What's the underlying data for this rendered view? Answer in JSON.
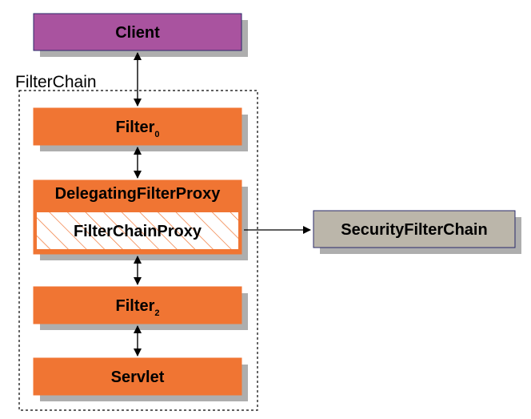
{
  "diagram": {
    "client": {
      "label": "Client"
    },
    "filter_chain": {
      "label": "FilterChain"
    },
    "filter0": {
      "label": "Filter",
      "subscript": "0"
    },
    "delegating_filter_proxy": {
      "label": "DelegatingFilterProxy"
    },
    "filter_chain_proxy": {
      "label": "FilterChainProxy"
    },
    "filter2": {
      "label": "Filter",
      "subscript": "2"
    },
    "servlet": {
      "label": "Servlet"
    },
    "security_filter_chain": {
      "label": "SecurityFilterChain"
    }
  },
  "colors": {
    "client_fill": "#a9539f",
    "filter_fill": "#f07533",
    "security_fill": "#bbb6aa",
    "proxy_inner_fill": "#ffffff",
    "hatch": "#f07533",
    "shadow": "#aeaeae",
    "border": "#2a2a6a",
    "arrow": "#000000",
    "text": "#000000"
  }
}
